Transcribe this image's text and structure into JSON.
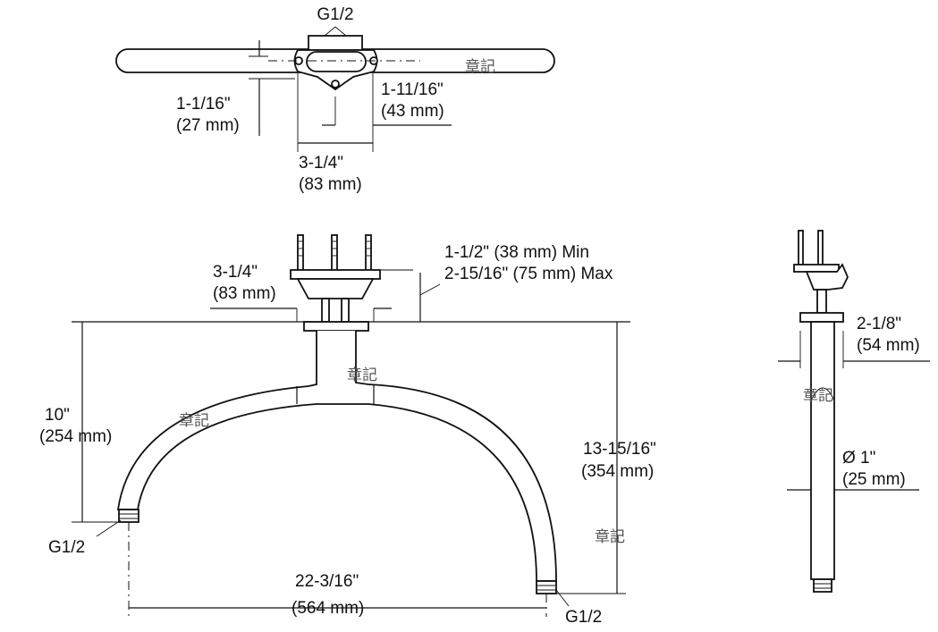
{
  "watermark": "章記",
  "top_view": {
    "thread_label": "G1/2",
    "dim_offset": {
      "imperial": "1-1/16\"",
      "metric": "(27 mm)"
    },
    "dim_bracket": {
      "imperial": "1-11/16\"",
      "metric": "(43 mm)"
    },
    "dim_base": {
      "imperial": "3-1/4\"",
      "metric": "(83 mm)"
    }
  },
  "front_view": {
    "dim_flange": {
      "imperial": "3-1/4\"",
      "metric": "(83 mm)"
    },
    "dim_ceiling_min": "1-1/2\" (38 mm) Min",
    "dim_ceiling_max": "2-15/16\" (75 mm) Max",
    "dim_drop_left": {
      "imperial": "10\"",
      "metric": "(254 mm)"
    },
    "dim_drop_right": {
      "imperial": "13-15/16\"",
      "metric": "(354 mm)"
    },
    "dim_span": {
      "imperial": "22-3/16\"",
      "metric": "(564 mm)"
    },
    "thread_left": "G1/2",
    "thread_right": "G1/2"
  },
  "side_view": {
    "dim_flange": {
      "imperial": "2-1/8\"",
      "metric": "(54 mm)"
    },
    "dim_pipe": {
      "imperial": "Ø 1\"",
      "metric": "(25 mm)"
    }
  }
}
